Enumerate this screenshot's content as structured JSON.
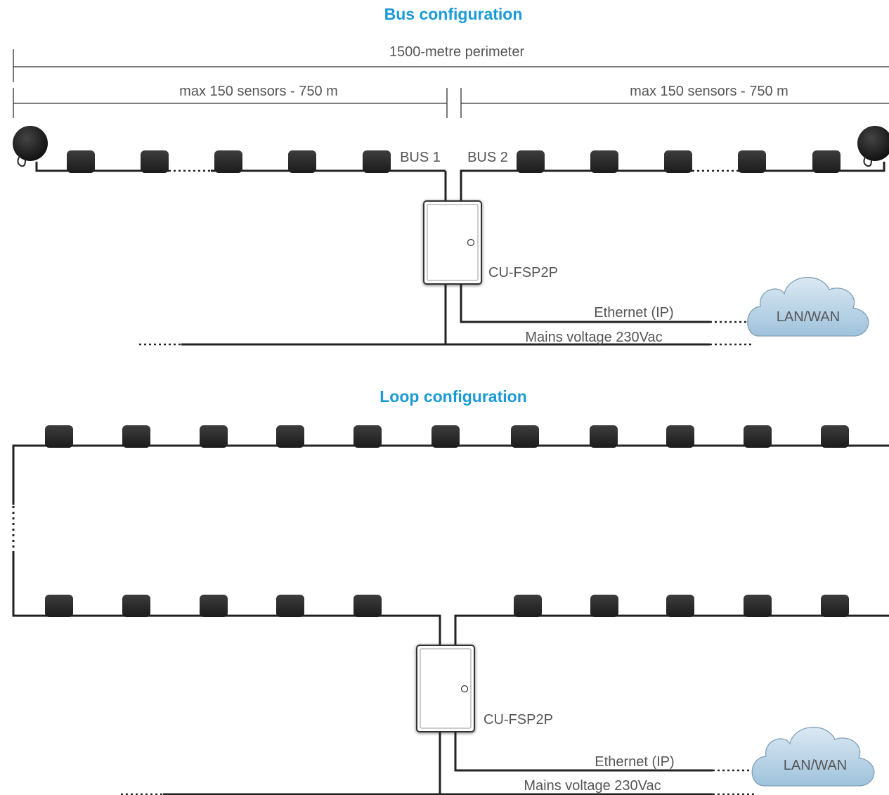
{
  "bus_section": {
    "title": "Bus configuration",
    "perimeter_label": "1500-metre perimeter",
    "left_segment_label": "max 150 sensors - 750 m",
    "right_segment_label": "max 150 sensors - 750 m",
    "bus1_label": "BUS 1",
    "bus2_label": "BUS 2",
    "controller_label": "CU-FSP2P",
    "ethernet_label": "Ethernet (IP)",
    "mains_label": "Mains voltage 230Vac",
    "cloud_label": "LAN/WAN"
  },
  "loop_section": {
    "title": "Loop configuration",
    "controller_label": "CU-FSP2P",
    "ethernet_label": "Ethernet (IP)",
    "mains_label": "Mains voltage 230Vac",
    "cloud_label": "LAN/WAN"
  },
  "icons": {
    "sensor": "sensor-icon",
    "terminator": "terminator-icon",
    "controller": "control-unit-icon",
    "cloud": "cloud-icon"
  },
  "colors": {
    "title": "#1a9ad6",
    "label": "#555555",
    "line": "#222222",
    "sensor": "#2b2b2b",
    "cloud_fill": "#b9d3e6"
  }
}
